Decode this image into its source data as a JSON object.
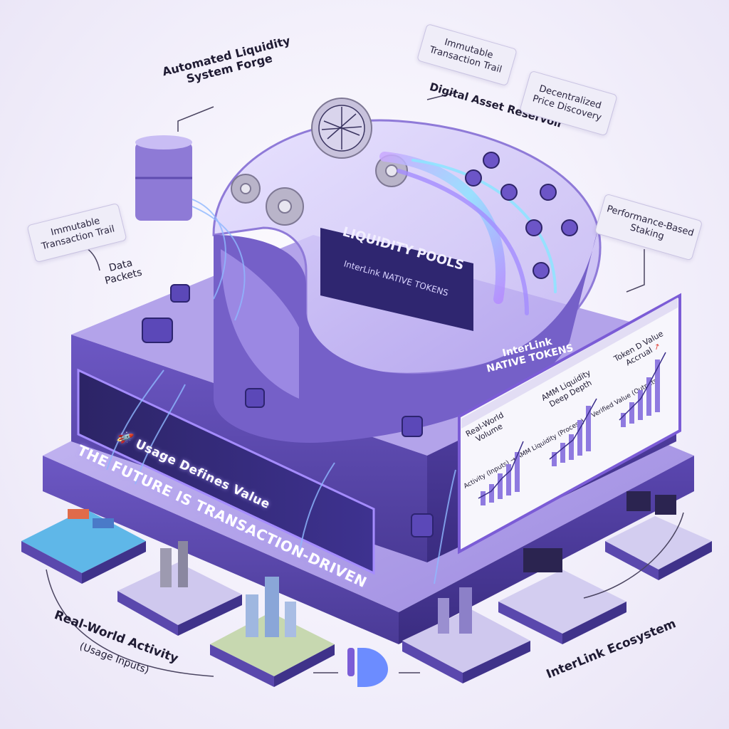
{
  "labels": {
    "forge": [
      "Automated Liquidity",
      "System Forge"
    ],
    "trail_top": [
      "Immutable",
      "Transaction Trail"
    ],
    "reservoir": "Digital Asset Reservoir",
    "price_discovery": [
      "Decentralized",
      "Price Discovery"
    ],
    "trail_left": [
      "Immutable",
      "Transaction Trail"
    ],
    "data_packets": [
      "Data",
      "Packets"
    ],
    "staking": [
      "Performance-Based",
      "Staking"
    ],
    "pools_title": "LIQUIDITY POOLS",
    "pools_sub": "InterLink NATIVE TOKENS",
    "native_tokens": [
      "InterLink",
      "NATIVE TOKENS"
    ],
    "banner_line1": "THE FUTURE IS TRANSACTION-DRIVEN",
    "banner_line2": "Usage Defines Value",
    "real_world": "Real-World Activity",
    "usage_inputs": "(Usage Inputs)",
    "ecosystem": "InterLink Ecosystem"
  },
  "dashboard": {
    "panels": [
      {
        "title": "Real-World Volume",
        "lines": [
          "Real-World",
          "Volume"
        ]
      },
      {
        "title": "AMM Liquidity Deep Depth",
        "lines": [
          "AMM Liquidity",
          "Deep Depth"
        ]
      },
      {
        "title": "Token D Value Accrual",
        "lines": [
          "Token D Value",
          "Accrual"
        ]
      }
    ],
    "flow_caption": "Activity (Inputs) → AMM Liquidity (Process) → Verified Value (Outputs)"
  },
  "icons": {
    "logo": "interlink-d-logo-icon",
    "rocket": "rocket-icon",
    "trend": "trend-arrow-icon"
  },
  "colors": {
    "accent": "#7b5cd6",
    "deep": "#3b2f7a",
    "platform": "#8d7ad8",
    "glow": "#8fe3ff"
  }
}
